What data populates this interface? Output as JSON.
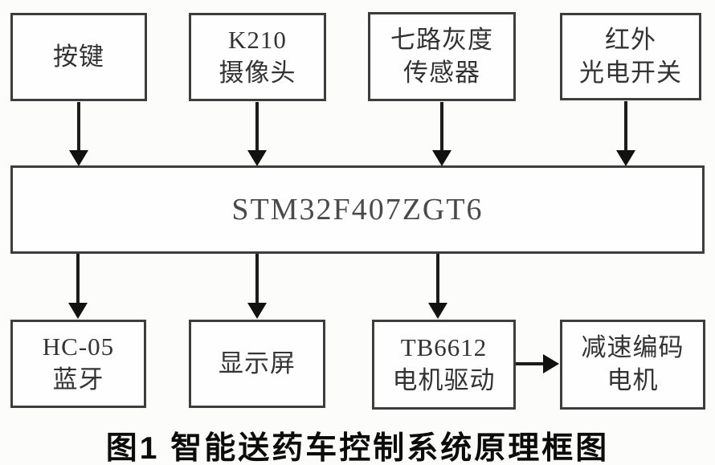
{
  "figure": {
    "caption": "图1 智能送药车控制系统原理框图"
  },
  "diagram": {
    "type": "block-diagram",
    "nodes": {
      "keypad": {
        "label": "按键"
      },
      "k210_camera": {
        "label": "K210\n摄像头"
      },
      "grayscale_sensor": {
        "label": "七路灰度\n传感器"
      },
      "ir_photo_switch": {
        "label": "红外\n光电开关"
      },
      "mcu": {
        "label": "STM32F407ZGT6"
      },
      "hc05_bluetooth": {
        "label": "HC-05\n蓝牙"
      },
      "display_screen": {
        "label": "显示屏"
      },
      "tb6612_motor_driver": {
        "label": "TB6612\n电机驱动"
      },
      "gear_encoder_motor": {
        "label": "减速编码\n电机"
      }
    },
    "edges": [
      {
        "from": "keypad",
        "to": "mcu"
      },
      {
        "from": "k210_camera",
        "to": "mcu"
      },
      {
        "from": "grayscale_sensor",
        "to": "mcu"
      },
      {
        "from": "ir_photo_switch",
        "to": "mcu"
      },
      {
        "from": "mcu",
        "to": "hc05_bluetooth"
      },
      {
        "from": "mcu",
        "to": "display_screen"
      },
      {
        "from": "mcu",
        "to": "tb6612_motor_driver"
      },
      {
        "from": "tb6612_motor_driver",
        "to": "gear_encoder_motor"
      }
    ],
    "colors": {
      "background": "#fcfcfb",
      "box_border": "#3d3d3d",
      "box_fill": "#fefefe",
      "arrow": "#1c1c1c",
      "node_text": "#333333",
      "mcu_text": "#4a4a4a",
      "caption_text": "#0c0c0c"
    }
  }
}
